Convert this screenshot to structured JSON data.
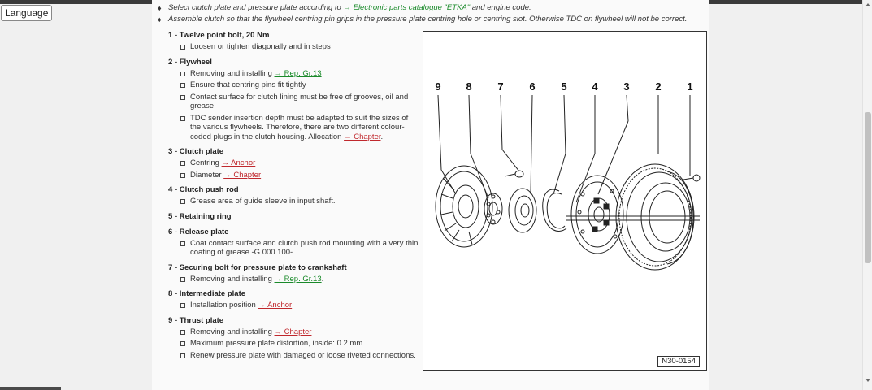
{
  "language_button": "Language",
  "bullets": [
    {
      "pre": "Select clutch plate and pressure plate according to ",
      "link": "→ Electronic parts catalogue \"ETKA\"",
      "post": " and engine code."
    },
    {
      "pre": "Assemble clutch so that the flywheel centring pin grips in the pressure plate centring hole or centring slot. Otherwise TDC on flywheel will not be correct.",
      "link": "",
      "post": ""
    }
  ],
  "parts": [
    {
      "title": "1 - Twelve point bolt, 20 Nm",
      "items": [
        {
          "text": "Loosen or tighten diagonally and in steps",
          "link": "",
          "link_color": ""
        }
      ]
    },
    {
      "title": "2 - Flywheel",
      "items": [
        {
          "text": "Removing and installing ",
          "link": "→ Rep. Gr.13",
          "link_color": "green"
        },
        {
          "text": "Ensure that centring pins fit tightly",
          "link": "",
          "link_color": ""
        },
        {
          "text": "Contact surface for clutch lining must be free of grooves, oil and grease",
          "link": "",
          "link_color": ""
        },
        {
          "text": "TDC sender insertion depth must be adapted to suit the sizes of the various flywheels. Therefore, there are two different colour-coded plugs in the clutch housing. Allocation ",
          "link": "→ Chapter",
          "link_color": "red",
          "suffix": "."
        }
      ]
    },
    {
      "title": "3 - Clutch plate",
      "items": [
        {
          "text": "Centring ",
          "link": "→ Anchor",
          "link_color": "red"
        },
        {
          "text": "Diameter ",
          "link": "→ Chapter",
          "link_color": "red"
        }
      ]
    },
    {
      "title": "4 - Clutch push rod",
      "items": [
        {
          "text": "Grease area of guide sleeve in input shaft.",
          "link": "",
          "link_color": ""
        }
      ]
    },
    {
      "title": "5 - Retaining ring",
      "items": []
    },
    {
      "title": "6 - Release plate",
      "items": [
        {
          "text": "Coat contact surface and clutch push rod mounting with a very thin coating of grease -G 000 100-.",
          "link": "",
          "link_color": ""
        }
      ]
    },
    {
      "title": "7 - Securing bolt for pressure plate to crankshaft",
      "items": [
        {
          "text": "Removing and installing ",
          "link": "→ Rep. Gr.13",
          "link_color": "green",
          "suffix": "."
        }
      ]
    },
    {
      "title": "8 - Intermediate plate",
      "items": [
        {
          "text": "Installation position ",
          "link": "→ Anchor",
          "link_color": "red"
        }
      ]
    },
    {
      "title": "9 - Thrust plate",
      "items": [
        {
          "text": "Removing and installing ",
          "link": "→ Chapter",
          "link_color": "red"
        },
        {
          "text": "Maximum pressure plate distortion, inside: 0.2 mm.",
          "link": "",
          "link_color": ""
        },
        {
          "text": "Renew pressure plate with damaged or loose riveted connections.",
          "link": "",
          "link_color": ""
        }
      ]
    }
  ],
  "figure": {
    "callouts": [
      "9",
      "8",
      "7",
      "6",
      "5",
      "4",
      "3",
      "2",
      "1"
    ],
    "label": "N30-0154"
  },
  "colors": {
    "link_green": "#1a8a2a",
    "link_red": "#c0282d"
  }
}
